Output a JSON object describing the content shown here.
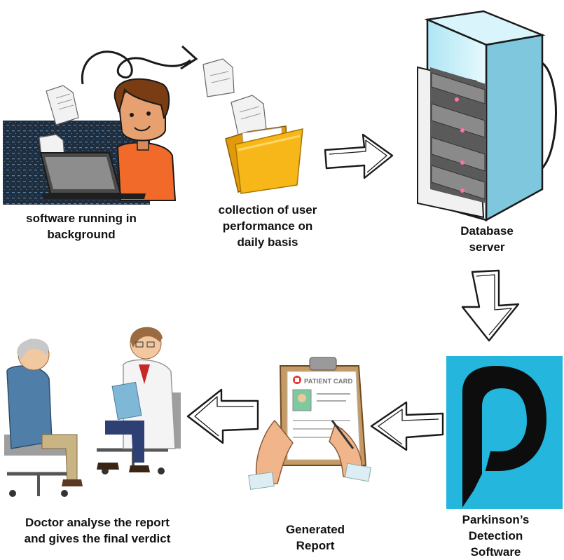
{
  "steps": [
    {
      "id": "software",
      "label_lines": [
        "software running in",
        "background"
      ]
    },
    {
      "id": "collection",
      "label_lines": [
        "collection of user",
        "performance on",
        "daily basis"
      ]
    },
    {
      "id": "database",
      "label_lines": [
        "Database",
        "server"
      ]
    },
    {
      "id": "detection",
      "label_lines": [
        "Parkinson’s",
        "Detection",
        "Software"
      ]
    },
    {
      "id": "report",
      "label_lines": [
        "Generated",
        "Report"
      ],
      "card_title": "PATIENT CARD"
    },
    {
      "id": "doctor",
      "label_lines": [
        "Doctor analyse the report",
        "and gives the final verdict"
      ]
    }
  ],
  "colors": {
    "accent_cyan": "#24b6dc",
    "shirt_orange": "#f26a2a",
    "folder_yellow": "#f7b718",
    "server_glass": "#c9eff8"
  },
  "icons": [
    "document-icon",
    "folder-icon",
    "server-icon",
    "p-logo-icon",
    "clipboard-icon",
    "laptop-icon"
  ]
}
